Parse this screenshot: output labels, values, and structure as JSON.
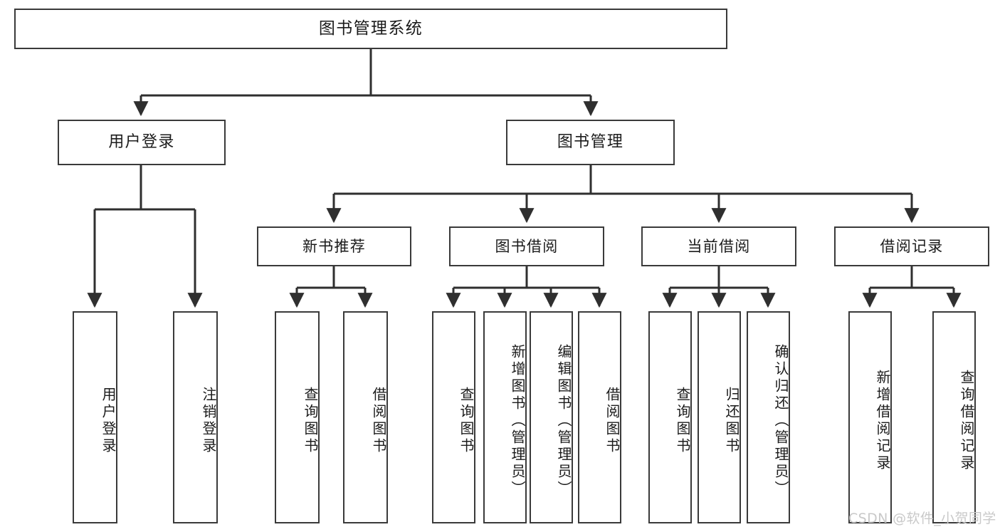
{
  "diagram": {
    "type": "tree-hierarchy-chart",
    "title": "图书管理系统",
    "orientation": "top-down",
    "colors": {
      "box_border": "#3a3a3a",
      "box_fill": "#ffffff",
      "connector": "#2f2f2f",
      "text": "#1b1b1b",
      "watermark": "#c9c9c9",
      "background": "#ffffff"
    },
    "root": {
      "label": "图书管理系统"
    },
    "level2": [
      {
        "id": "user-login",
        "label": "用户登录"
      },
      {
        "id": "book-management",
        "label": "图书管理"
      }
    ],
    "level3": [
      {
        "id": "new-book-recommend",
        "label": "新书推荐",
        "parent": "book-management"
      },
      {
        "id": "book-borrow",
        "label": "图书借阅",
        "parent": "book-management"
      },
      {
        "id": "current-borrow",
        "label": "当前借阅",
        "parent": "book-management"
      },
      {
        "id": "borrow-record",
        "label": "借阅记录",
        "parent": "book-management"
      }
    ],
    "leaves": {
      "user-login": [
        {
          "id": "leaf-user-login",
          "label": "用户登录"
        },
        {
          "id": "leaf-user-logout",
          "label": "注销登录"
        }
      ],
      "new-book-recommend": [
        {
          "id": "leaf-query-book-1",
          "label": "查询图书"
        },
        {
          "id": "leaf-borrow-book-1",
          "label": "借阅图书"
        }
      ],
      "book-borrow": [
        {
          "id": "leaf-query-book-2",
          "label": "查询图书"
        },
        {
          "id": "leaf-add-book",
          "label": "新增图书（管理员）"
        },
        {
          "id": "leaf-edit-book",
          "label": "编辑图书（管理员）"
        },
        {
          "id": "leaf-borrow-book-2",
          "label": "借阅图书"
        }
      ],
      "current-borrow": [
        {
          "id": "leaf-query-book-3",
          "label": "查询图书"
        },
        {
          "id": "leaf-return-book",
          "label": "归还图书"
        },
        {
          "id": "leaf-confirm-return",
          "label": "确认归还（管理员）"
        }
      ],
      "borrow-record": [
        {
          "id": "leaf-add-record",
          "label": "新增借阅记录"
        },
        {
          "id": "leaf-query-record",
          "label": "查询借阅记录"
        }
      ]
    },
    "watermark": "CSDN @软件_小贺同学"
  }
}
